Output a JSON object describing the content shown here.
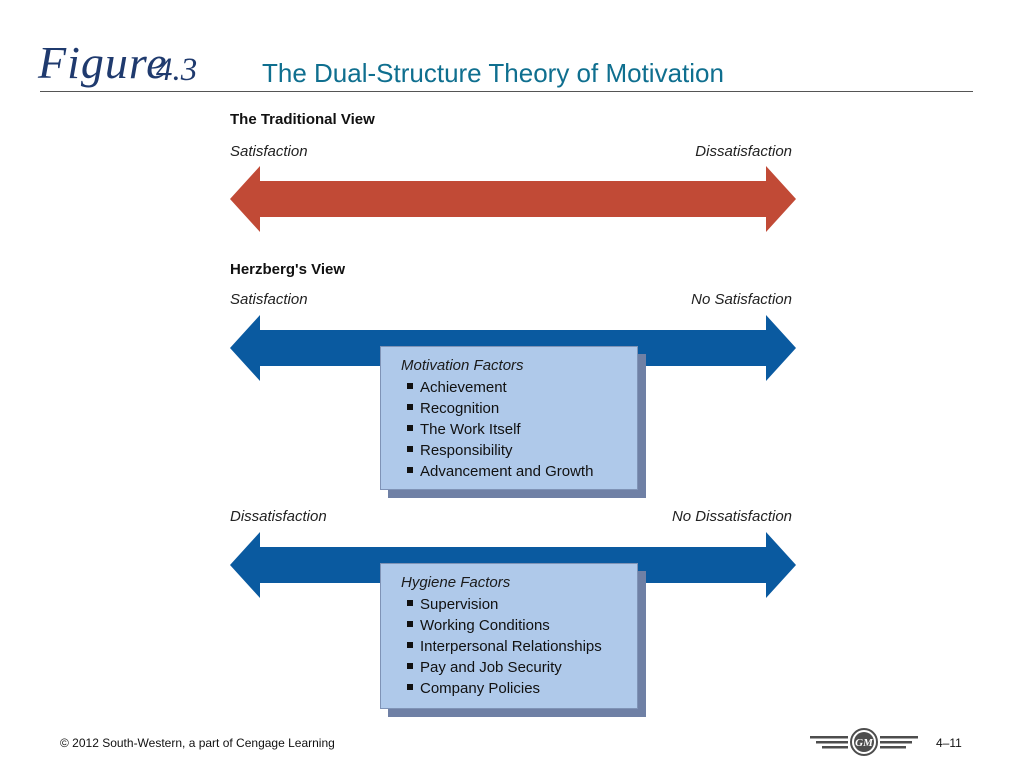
{
  "header": {
    "figure_word": "Figure",
    "figure_number": "4.3",
    "title": "The Dual-Structure Theory of Motivation"
  },
  "traditional": {
    "heading": "The Traditional View",
    "left_label": "Satisfaction",
    "right_label": "Dissatisfaction",
    "arrow_color": "#c14a36"
  },
  "herzberg": {
    "heading": "Herzberg's View",
    "motivation": {
      "left_label": "Satisfaction",
      "right_label": "No Satisfaction",
      "box_title": "Motivation Factors",
      "items": [
        "Achievement",
        "Recognition",
        "The Work Itself",
        "Responsibility",
        "Advancement and Growth"
      ]
    },
    "hygiene": {
      "left_label": "Dissatisfaction",
      "right_label": "No Dissatisfaction",
      "box_title": "Hygiene Factors",
      "items": [
        "Supervision",
        "Working Conditions",
        "Interpersonal Relationships",
        "Pay and Job Security",
        "Company Policies"
      ]
    },
    "arrow_color": "#0a5aa0",
    "box_color": "#afc9ea"
  },
  "footer": {
    "copyright": "© 2012 South-Western, a part of Cengage Learning",
    "page": "4–11",
    "logo_text": "GM"
  }
}
